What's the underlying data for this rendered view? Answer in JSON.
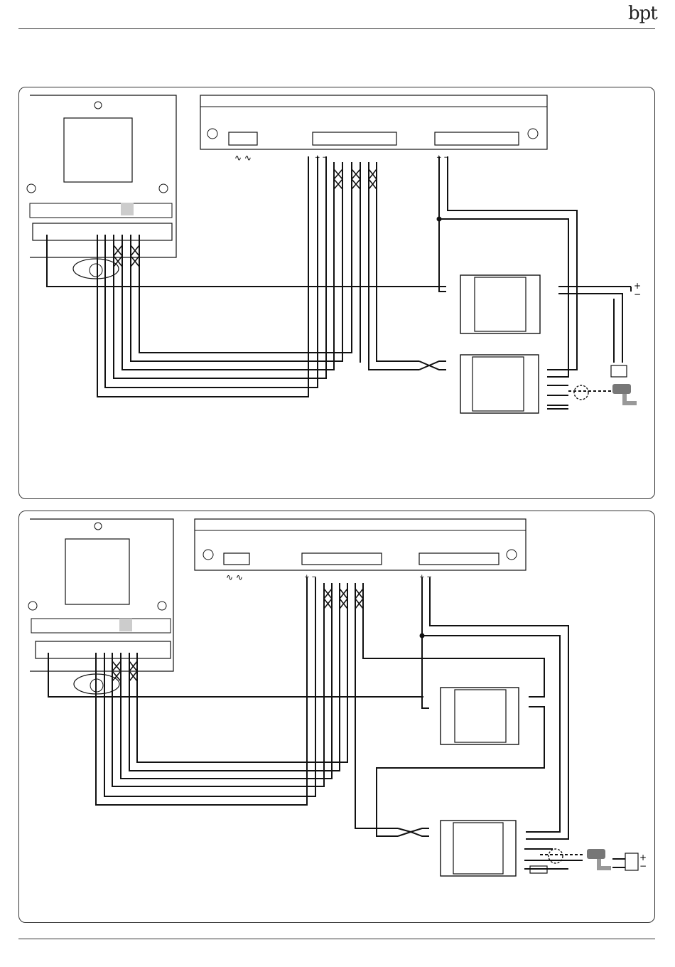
{
  "header": {
    "logo_text": "bpt"
  },
  "diagrams": [
    {
      "id": "diagram-1",
      "power_unit": {
        "ac_label": "∿ ∿",
        "dc_label_1": "+ −",
        "dc_label_2": "+ −"
      },
      "camera_supply_label": {
        "plus": "+",
        "minus": "−"
      }
    },
    {
      "id": "diagram-2",
      "power_unit": {
        "ac_label": "∿ ∿",
        "dc_label_1": "+ −",
        "dc_label_2": "+ −"
      },
      "camera_supply_label": {
        "plus": "+",
        "minus": "−"
      }
    }
  ],
  "colors": {
    "line": "#111111",
    "panel_border": "#333333",
    "device_fill": "#ffffff",
    "shade": "#cccccc"
  },
  "icons": [
    "camera-icon",
    "screw-icon",
    "terminal-block-icon"
  ]
}
